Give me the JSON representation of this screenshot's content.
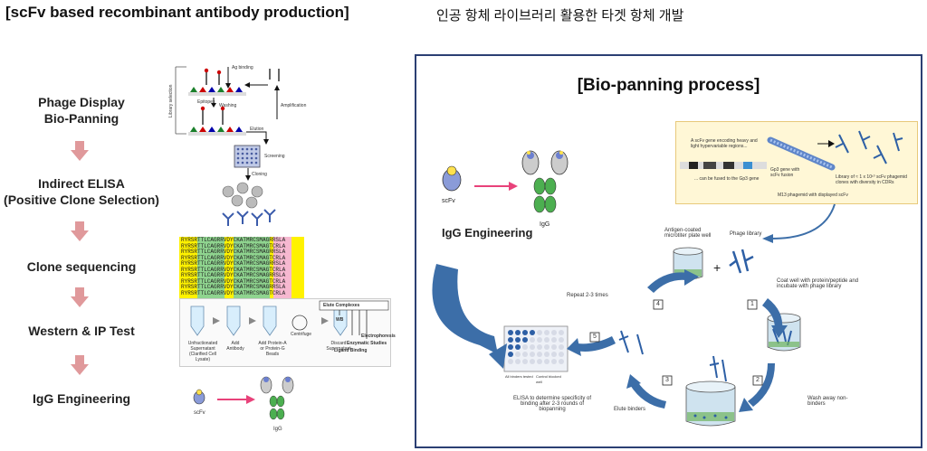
{
  "header": {
    "left_title": "[scFv based recombinant antibody production]",
    "right_title": "인공 항체 라이브러리 활용한 타겟 항체 개발"
  },
  "workflow": {
    "steps": [
      {
        "line1": "Phage Display",
        "line2": "Bio-Panning"
      },
      {
        "line1": "Indirect ELISA",
        "line2": "(Positive Clone Selection)"
      },
      {
        "line1": "Clone sequencing",
        "line2": ""
      },
      {
        "line1": "Western & IP Test",
        "line2": ""
      },
      {
        "line1": "IgG Engineering",
        "line2": ""
      }
    ]
  },
  "biopanning_small": {
    "side_label": "Library selection",
    "ag_binding": "Ag binding",
    "epitopes": "Epitopes",
    "washing": "Washing",
    "amplification": "Amplification",
    "elution": "Elution",
    "screening": "Screening",
    "cloning": "Cloning"
  },
  "sequence_rows": [
    "RYRSRTTLCAGRRVDYCKATMRCSMAGRRSLA",
    "RYRSRTTLCAGRRVDYCKATMRCSMAGTCRLA",
    "RYRSRTTLCAGRRVDYCKATMRCSMAGRRSLA",
    "RYRSRTTLCAGRRVDYCKATMRCSMAGTCRLA",
    "RYRSRTTLCAGRRVDYCKATMRCSMAGRRSLA",
    "RYRSRTTLCAGRRVDYCKATMRCSMAGTCRLA",
    "RYRSRTTLCAGRRVDYCKATMRCSMAGRRSLA",
    "RYRSRTTLCAGRRVDYCKATMRCSMAGTCRLA",
    "RYRSRTTLCAGRRVDYCKATMRCSMAGRRSLA",
    "RYRSRTTLCAGRRVDYCKATMRCSMAGTCRLA"
  ],
  "ip_test": {
    "tube_labels": [
      "Unfractionated Supernatant (Clarified Cell Lysate)",
      "Add Antibody",
      "Add Protein-A or Protein-G Beads",
      "Discard Supernatant"
    ],
    "centrifuge": "Centrifuge",
    "elute_complexes": "Elute Complexes",
    "wb": "WB",
    "electrophoresis": "Electrophoresis",
    "enzymatic_studies": "Enzymatic Studies",
    "ligand_binding": "Ligand Binding"
  },
  "igg_small": {
    "scfv": "scFv",
    "igg": "IgG"
  },
  "panel": {
    "title": "[Bio-panning process]",
    "scfv": "scFv",
    "igg": "IgG",
    "igg_engineering": "IgG Engineering",
    "phagemid": {
      "gene_text": "A scFv gene encoding heavy and light hypervariable regions...",
      "fused_text": "... can be fused to the Gp3 gene",
      "gp3_text": "Gp3 gene with scFv fusion",
      "m13_text": "M13 phagemid with displayed scFv",
      "library_text": "Library of ≈ 1 x 10¹⁰ scFv phagemid clones with diversity in CDRs"
    },
    "antigen_well": "Antigen-coated microtiter plate well",
    "phage_library": "Phage library",
    "coat_well": "Coat well with protein/peptide and incubate with phage library",
    "wash_away": "Wash away non-binders",
    "elute_binders": "Elute binders",
    "repeat": "Repeat 2-3 times",
    "elisa": "ELISA to determine specificity of binding after 2-3 rounds of biopanning",
    "plate_label_1": "All binders tested",
    "plate_label_2": "Control blocked well",
    "step_numbers": [
      "1",
      "2",
      "3",
      "4",
      "5"
    ]
  },
  "colors": {
    "panel_border": "#2b3f73",
    "arrow_blue": "#3c6ea8",
    "down_arrow": "#e0999b",
    "pink_arrow": "#e8427a",
    "igg_green": "#4caf50",
    "yellow_bg": "#fff7d6"
  }
}
